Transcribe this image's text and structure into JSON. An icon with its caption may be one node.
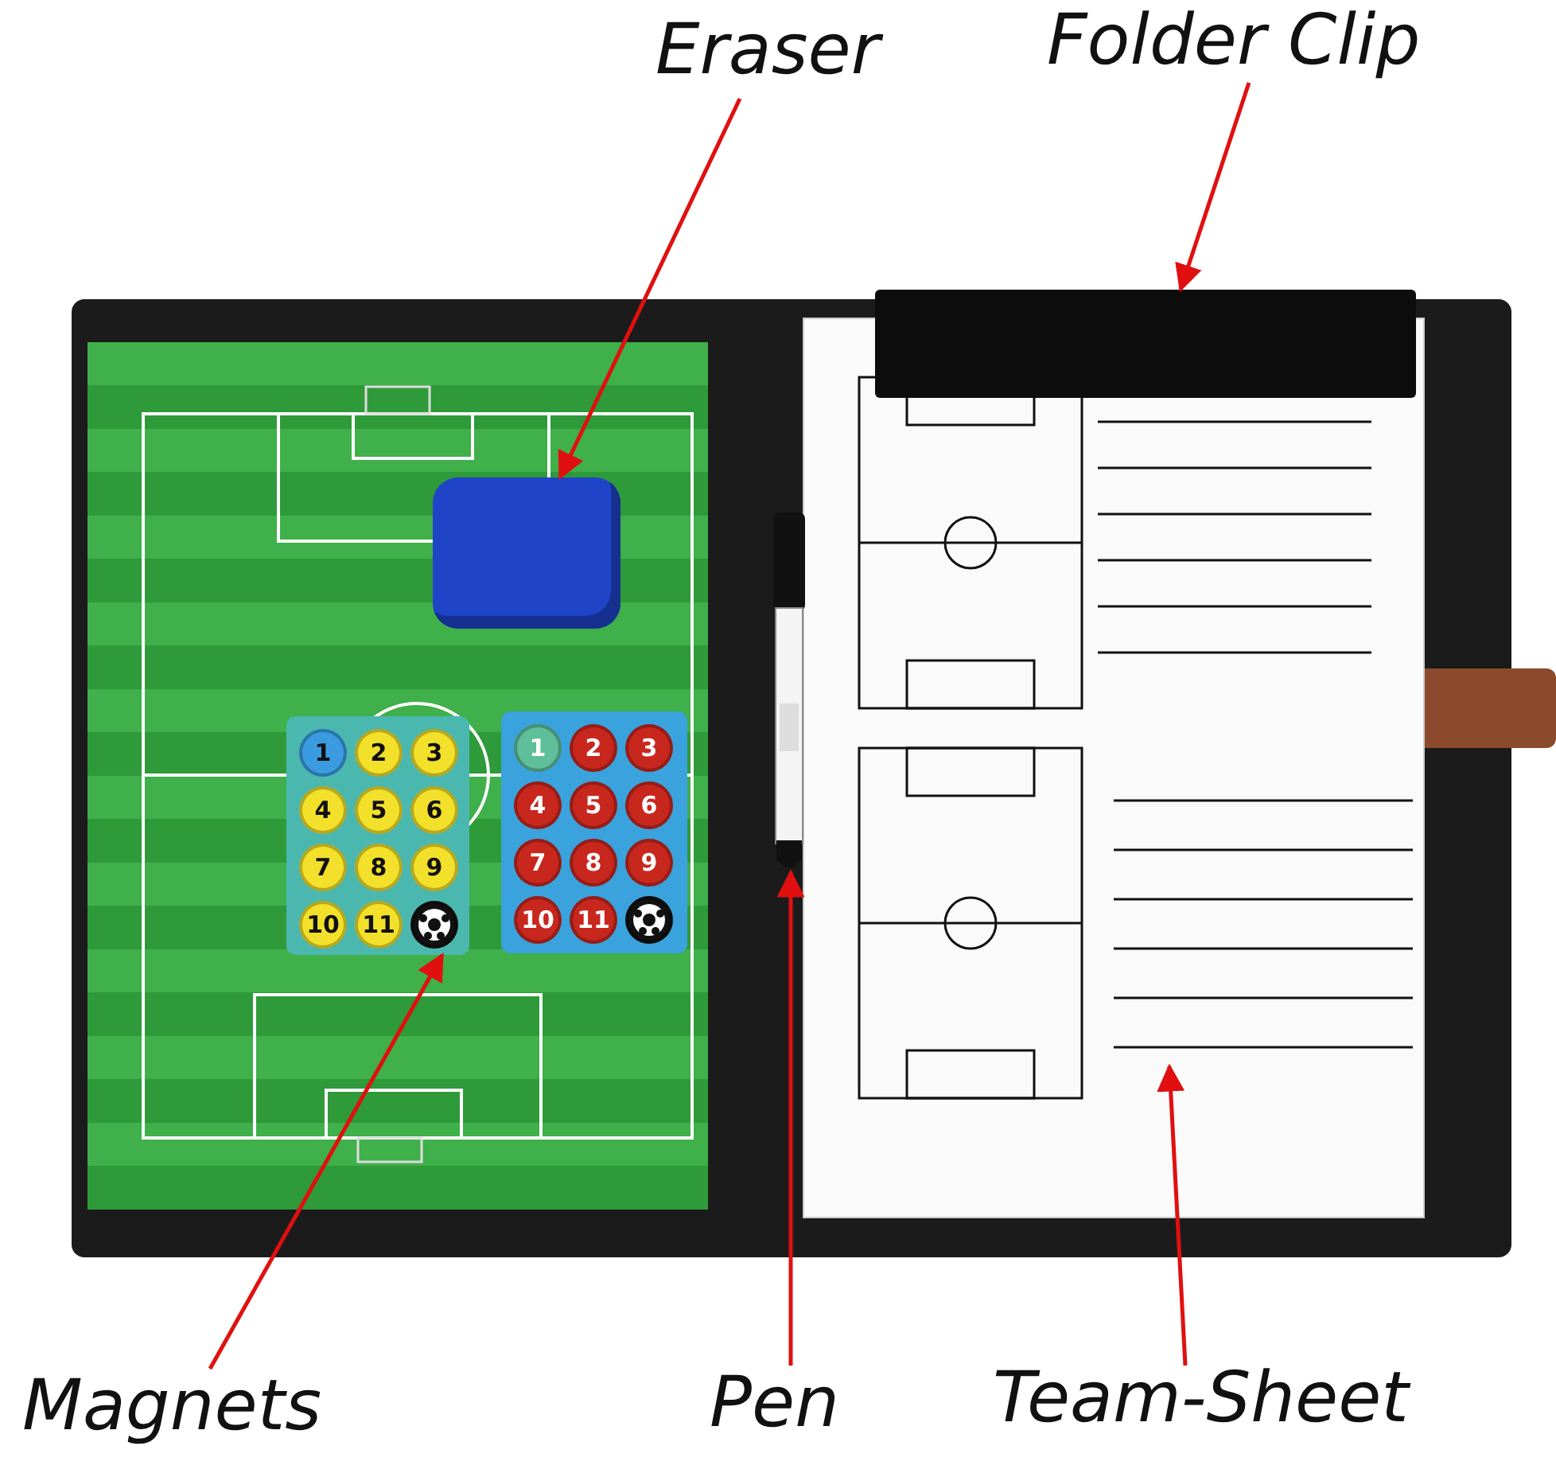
{
  "diagram": {
    "nodes": [
      {
        "text": [
          "Eraser"
        ]
      },
      {
        "text": [],
        "shape": "box"
      },
      {
        "text": [
          "Folder Clip"
        ]
      },
      {
        "text": [],
        "shape": "bar"
      },
      {
        "text": [
          "Magnets"
        ]
      },
      {
        "text": [],
        "shape": "box"
      },
      {
        "text": [
          "Pen"
        ]
      },
      {
        "text": [],
        "shape": "picture"
      },
      {
        "text": [
          "Team-Sheet"
        ]
      },
      {
        "text": [],
        "shape": "box"
      }
    ],
    "edges": [
      {
        "from": 0,
        "to": 1,
        "arrow": "to"
      },
      {
        "from": 2,
        "to": 3,
        "arrow": "to"
      },
      {
        "from": 4,
        "to": 5,
        "arrow": "to"
      },
      {
        "from": 6,
        "to": 7,
        "arrow": "to"
      },
      {
        "from": 8,
        "to": 9,
        "arrow": "to"
      }
    ],
    "labels": [
      "1",
      "2",
      "3",
      "4",
      "5",
      "6",
      "7",
      "8",
      "9",
      "10",
      "11",
      "1",
      "2",
      "3",
      "4",
      "5",
      "6",
      "7",
      "8",
      "9",
      "10",
      "11"
    ]
  }
}
